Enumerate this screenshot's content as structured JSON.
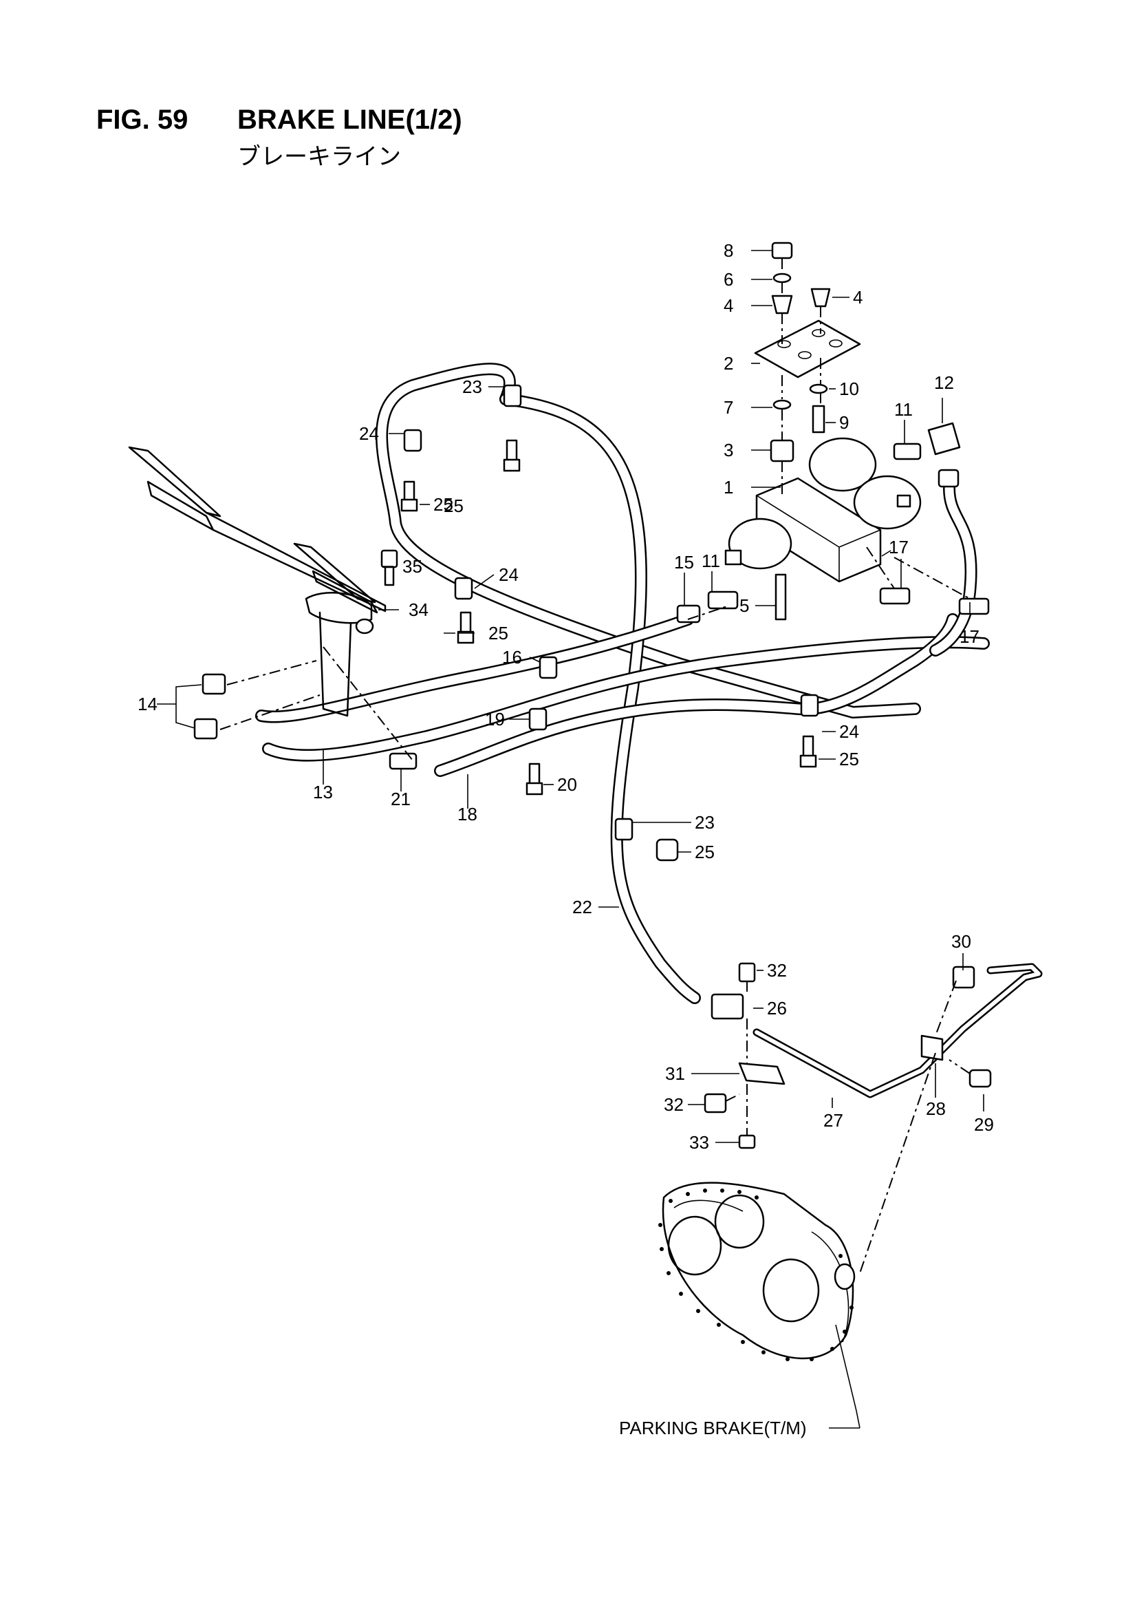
{
  "figure": {
    "number": "FIG. 59",
    "title": "BRAKE LINE(1/2)",
    "subtitle": "ブレーキライン"
  },
  "callouts": [
    {
      "label": "8"
    },
    {
      "label": "6"
    },
    {
      "label": "4"
    },
    {
      "label": "4"
    },
    {
      "label": "2"
    },
    {
      "label": "10"
    },
    {
      "label": "12"
    },
    {
      "label": "7"
    },
    {
      "label": "9"
    },
    {
      "label": "11"
    },
    {
      "label": "3"
    },
    {
      "label": "1"
    },
    {
      "label": "23"
    },
    {
      "label": "24"
    },
    {
      "label": "25"
    },
    {
      "label": "25"
    },
    {
      "label": "35"
    },
    {
      "label": "24"
    },
    {
      "label": "15"
    },
    {
      "label": "11"
    },
    {
      "label": "17"
    },
    {
      "label": "5"
    },
    {
      "label": "17"
    },
    {
      "label": "34"
    },
    {
      "label": "25"
    },
    {
      "label": "16"
    },
    {
      "label": "14"
    },
    {
      "label": "19"
    },
    {
      "label": "24"
    },
    {
      "label": "25"
    },
    {
      "label": "13"
    },
    {
      "label": "21"
    },
    {
      "label": "18"
    },
    {
      "label": "20"
    },
    {
      "label": "23"
    },
    {
      "label": "25"
    },
    {
      "label": "22"
    },
    {
      "label": "30"
    },
    {
      "label": "32"
    },
    {
      "label": "26"
    },
    {
      "label": "31"
    },
    {
      "label": "32"
    },
    {
      "label": "27"
    },
    {
      "label": "28"
    },
    {
      "label": "29"
    },
    {
      "label": "33"
    }
  ],
  "notes": {
    "parking_brake": "PARKING BRAKE(T/M)"
  }
}
